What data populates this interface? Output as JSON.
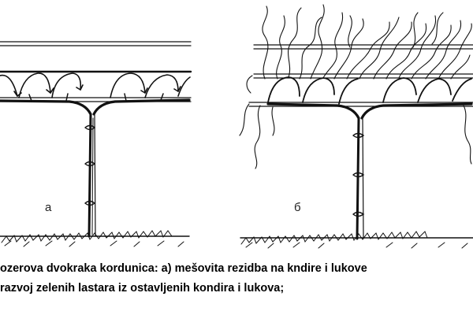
{
  "figure": {
    "panels": [
      {
        "label": "а"
      },
      {
        "label": "б"
      }
    ]
  },
  "caption": {
    "line1": "ozerova dvokraka kordunica: a) mešovita rezidba na kndire i lukove",
    "line2": "razvoj zelenih lastara iz ostavljenih kondira i lukova;"
  }
}
